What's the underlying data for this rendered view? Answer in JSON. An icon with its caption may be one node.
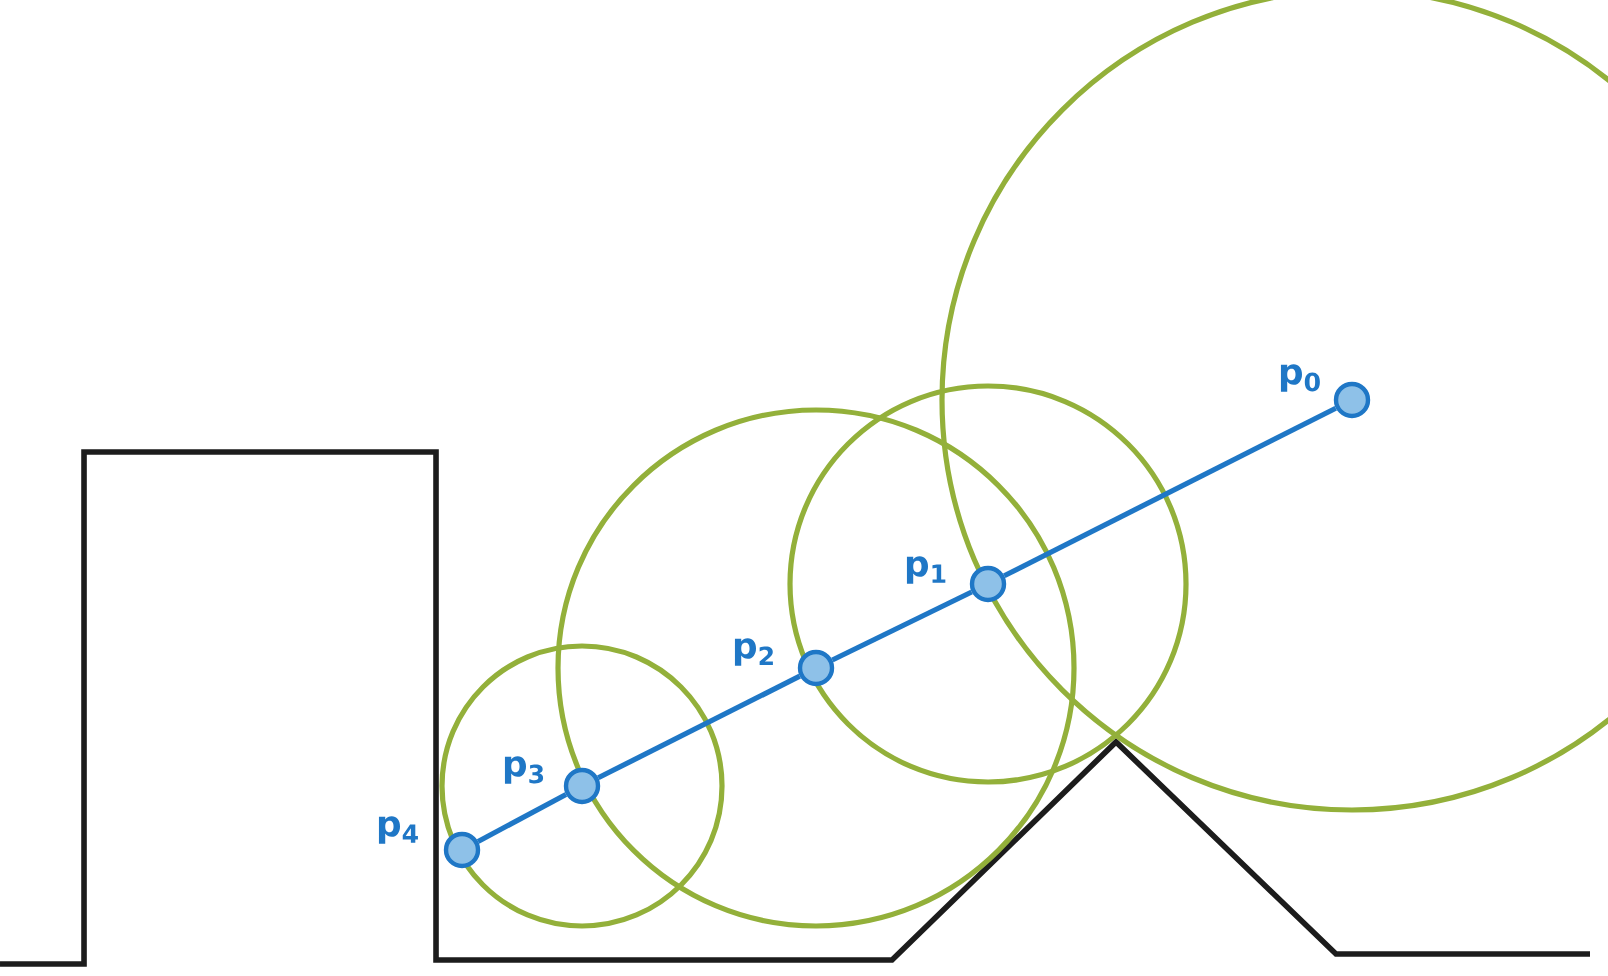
{
  "diagram": {
    "nodes": [
      {
        "text": [],
        "shape": "circle",
        "beside": [
          "p$_{0}$"
        ]
      },
      {
        "text": [],
        "shape": "circle",
        "beside": [
          "p$_{1}$"
        ]
      },
      {
        "text": [],
        "shape": "circle",
        "beside": [
          "p$_{2}$"
        ]
      },
      {
        "text": [],
        "shape": "circle",
        "beside": [
          "p$_{3}$"
        ]
      },
      {
        "text": [],
        "shape": "circle",
        "beside": [
          "p$_{4}$"
        ]
      }
    ],
    "edges": [
      {
        "from": 0,
        "to": 1,
        "arrow": "none"
      },
      {
        "from": 1,
        "to": 2,
        "arrow": "none"
      },
      {
        "from": 2,
        "to": 3,
        "arrow": "none"
      },
      {
        "from": 3,
        "to": 4,
        "arrow": "none"
      }
    ]
  }
}
